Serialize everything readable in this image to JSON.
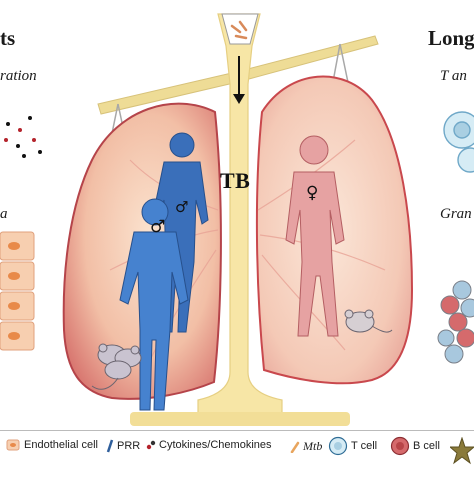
{
  "left_header": "ts",
  "right_header": "Long",
  "left_sub_1": "ration",
  "left_sub_2": "a",
  "right_sub_1": "T an",
  "right_sub_2": "Gran",
  "center_label": "TB",
  "male_symbol": "♂",
  "female_symbol": "♀",
  "legend": {
    "endothelial": "Endothelial cell",
    "prr": "PRR",
    "cytokines": "Cytokines/Chemokines",
    "mtb": "Mtb",
    "tcell": "T cell",
    "bcell": "B cell"
  },
  "colors": {
    "lung_fill": "#f2c2ad",
    "lung_edge": "#c9484d",
    "male_body": "#3f78c2",
    "female_body": "#e49a9c",
    "scale": "#f6e3a3",
    "beam": "#e9d98c"
  }
}
